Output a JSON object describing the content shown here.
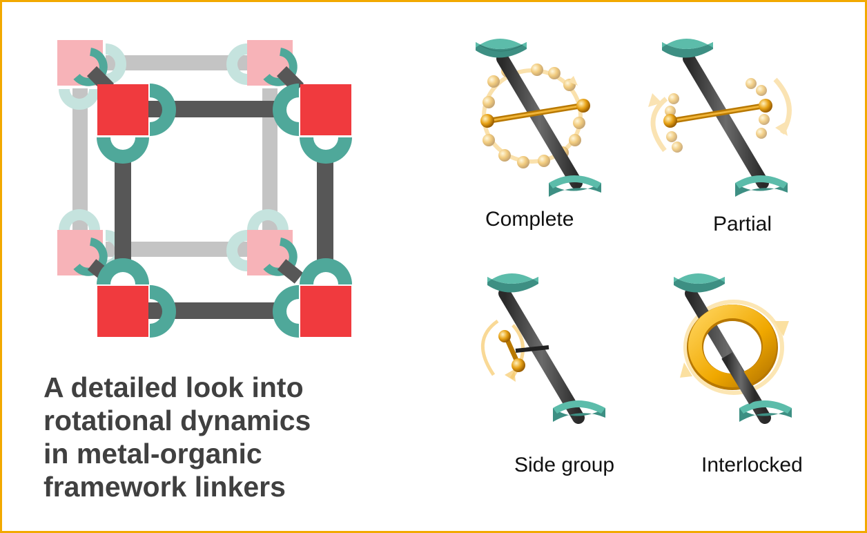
{
  "headline": {
    "lines": [
      "A detailed look into",
      "rotational dynamics",
      "in metal-organic",
      "framework linkers"
    ]
  },
  "panels": {
    "complete": {
      "label": "Complete"
    },
    "partial": {
      "label": "Partial"
    },
    "side_group": {
      "label": "Side group"
    },
    "interlocked": {
      "label": "Interlocked"
    }
  },
  "colors": {
    "border": "#f2a900",
    "metal_node_front": "#f03a3e",
    "metal_node_back": "#f7b3b8",
    "linker_front": "#575757",
    "linker_back": "#c4c4c4",
    "connector_front": "#4fa89a",
    "connector_back": "#c5e3de",
    "rotor": "#e8a317",
    "headline_text": "#404040"
  },
  "icons": [
    "mof-cube-diagram",
    "complete-rotation-icon",
    "partial-rotation-icon",
    "side-group-rotation-icon",
    "interlocked-rotation-icon"
  ]
}
